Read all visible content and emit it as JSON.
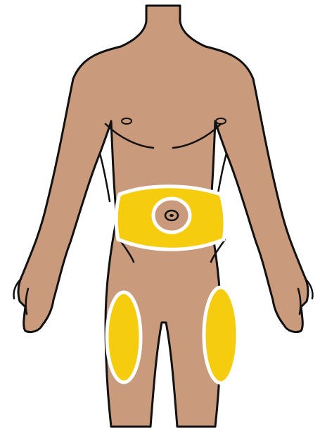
{
  "colors": {
    "background": "#ffffff",
    "skin": "#c99a7c",
    "outline": "#111111",
    "zone_fill": "#f6cc0e",
    "zone_border": "#ffffff"
  },
  "zones": [
    {
      "id": "abdomen",
      "shape": "band with navel cut-out"
    },
    {
      "id": "left-thigh",
      "shape": "ellipse"
    },
    {
      "id": "right-thigh",
      "shape": "ellipse"
    }
  ]
}
